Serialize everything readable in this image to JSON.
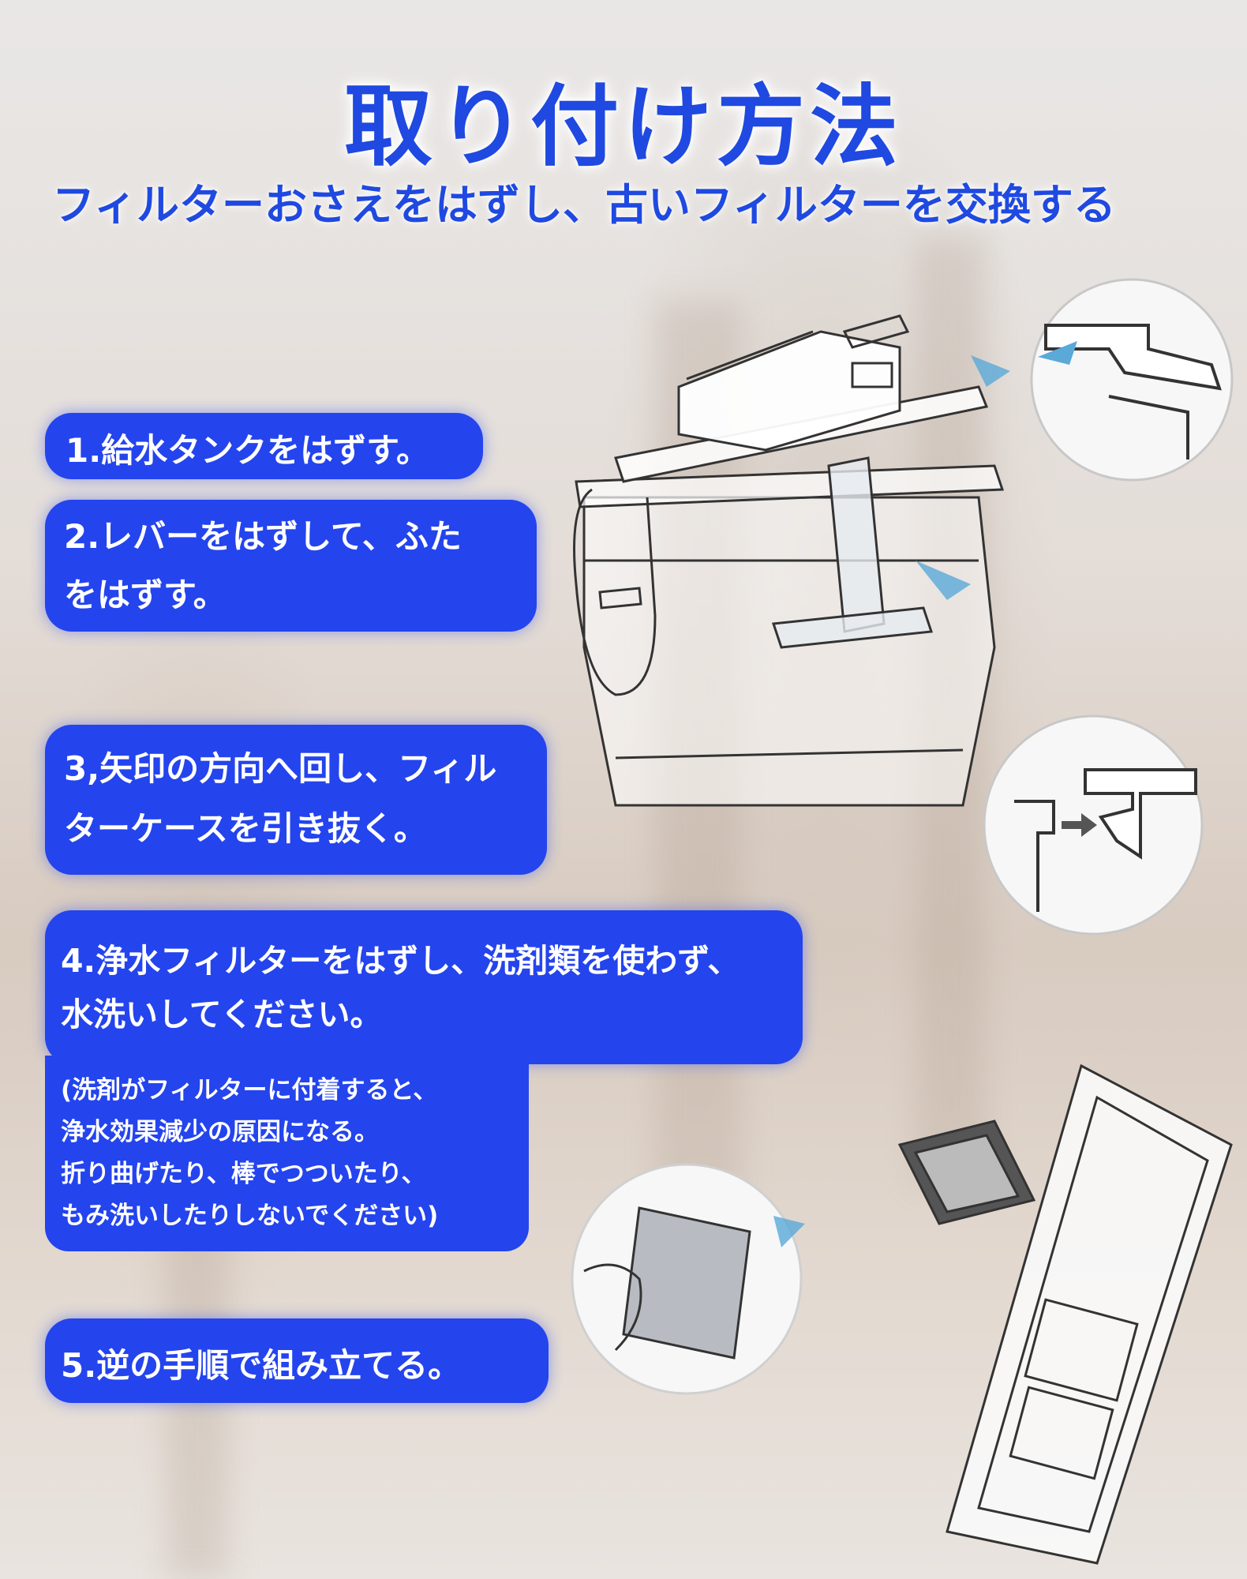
{
  "title": "取り付け方法",
  "subtitle": "フィルターおさえをはずし、古いフィルターを交換する",
  "steps": {
    "s1": "1.給水タンクをはずす。",
    "s2_line1": "2.レバーをはずして、ふた",
    "s2_line2": "をはずす。",
    "s3_line1": "3,矢印の方向へ回し、フィル",
    "s3_line2": "ターケースを引き抜く。",
    "s4_line1": "4.浄水フィルターをはずし、洗剤類を使わず、",
    "s4_line2": "水洗いしてください。",
    "s4_note": [
      "(洗剤がフィルターに付着すると、",
      "浄水効果減少の原因になる。",
      "折り曲げたり、棒でつついたり、",
      "もみ洗いしたりしないでください)"
    ],
    "s5": "5.逆の手順で組み立てる。"
  },
  "colors": {
    "accent": "#2444ee",
    "title": "#1f49e0"
  }
}
